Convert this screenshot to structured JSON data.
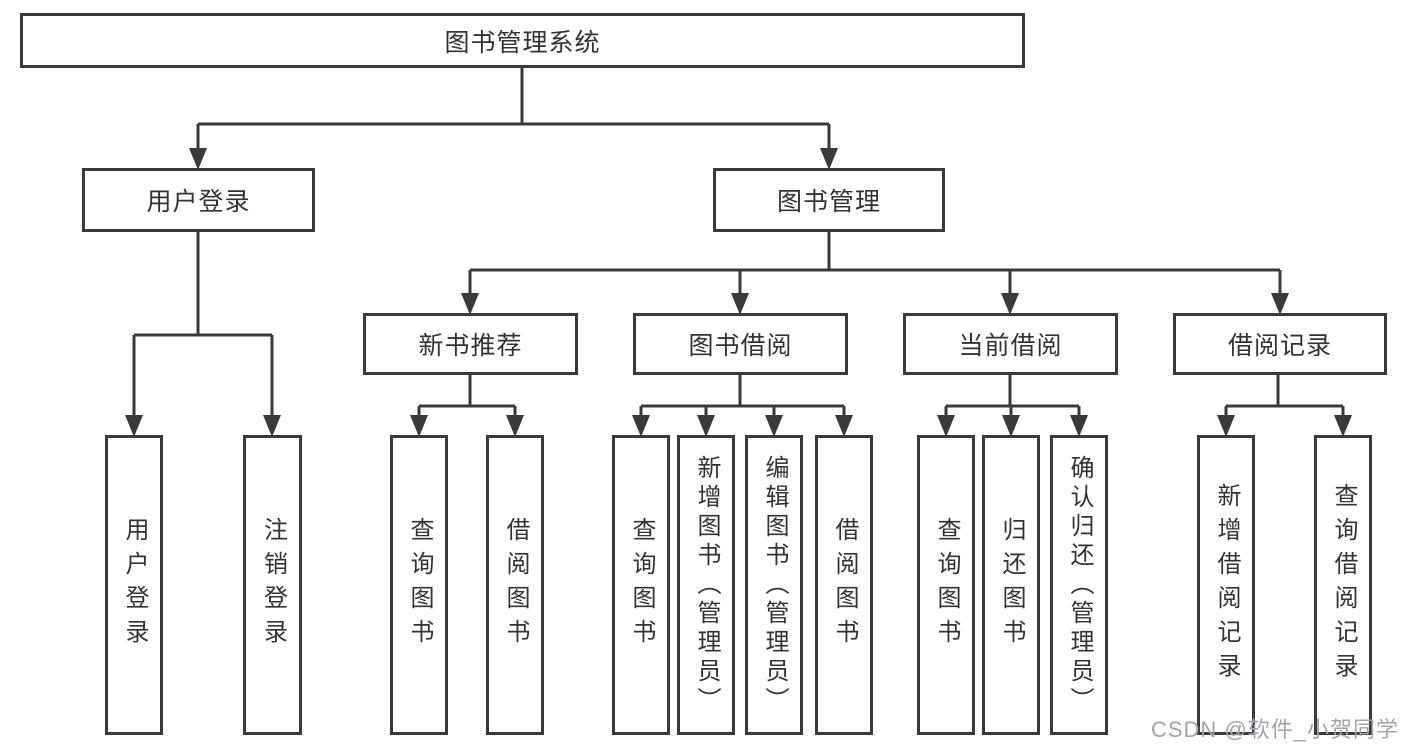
{
  "diagram": {
    "root": {
      "label": "图书管理系统"
    },
    "level2": [
      {
        "label": "用户登录"
      },
      {
        "label": "图书管理"
      }
    ],
    "level3": [
      {
        "label": "新书推荐"
      },
      {
        "label": "图书借阅"
      },
      {
        "label": "当前借阅"
      },
      {
        "label": "借阅记录"
      }
    ],
    "leaves": {
      "user_login": [
        {
          "label": "用户登录"
        },
        {
          "label": "注销登录"
        }
      ],
      "new_book_recommend": [
        {
          "label": "查询图书"
        },
        {
          "label": "借阅图书"
        }
      ],
      "book_borrow": [
        {
          "label": "查询图书"
        },
        {
          "label": "新增图书（管理员）"
        },
        {
          "label": "编辑图书（管理员）"
        },
        {
          "label": "借阅图书"
        }
      ],
      "current_borrow": [
        {
          "label": "查询图书"
        },
        {
          "label": "归还图书"
        },
        {
          "label": "确认归还（管理员）"
        }
      ],
      "borrow_records": [
        {
          "label": "新增借阅记录"
        },
        {
          "label": "查询借阅记录"
        }
      ]
    },
    "colors": {
      "line": "#3a3a3a",
      "text": "#333333",
      "watermark": "#a0a5ac",
      "background": "#ffffff"
    }
  },
  "watermark": {
    "text": "CSDN @软件_小贺同学"
  }
}
